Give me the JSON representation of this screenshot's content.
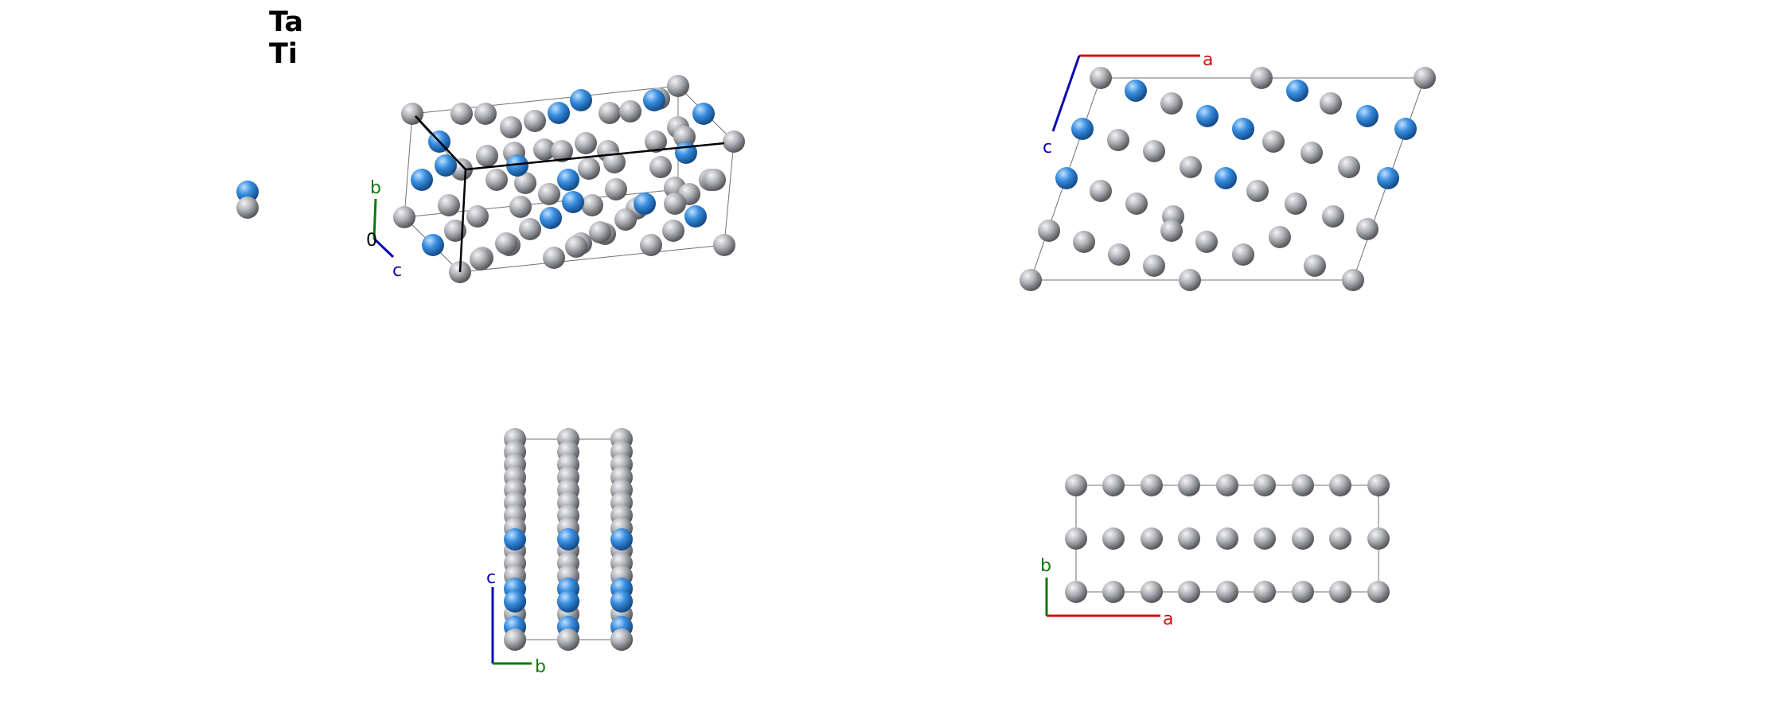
{
  "legend": {
    "entries": [
      {
        "label": "Ta",
        "color": "#3a8fe0"
      },
      {
        "label": "Ti",
        "color": "#a6a8ad"
      }
    ]
  },
  "colors": {
    "axis_a": "#d01010",
    "axis_b": "#0a7a0a",
    "axis_c": "#0a0ab0",
    "cell_edge": "#707070",
    "atom_ta": "#3a8fe0",
    "atom_ti": "#a6a8ad"
  },
  "views": {
    "perspective": {
      "axes": {
        "origin": "0",
        "b": "b",
        "c": "c"
      }
    },
    "along_b": {
      "axes": {
        "a": "a",
        "c": "c"
      }
    },
    "along_a": {
      "axes": {
        "b": "b",
        "c": "c"
      }
    },
    "along_c": {
      "axes": {
        "a": "a",
        "b": "b"
      }
    }
  }
}
